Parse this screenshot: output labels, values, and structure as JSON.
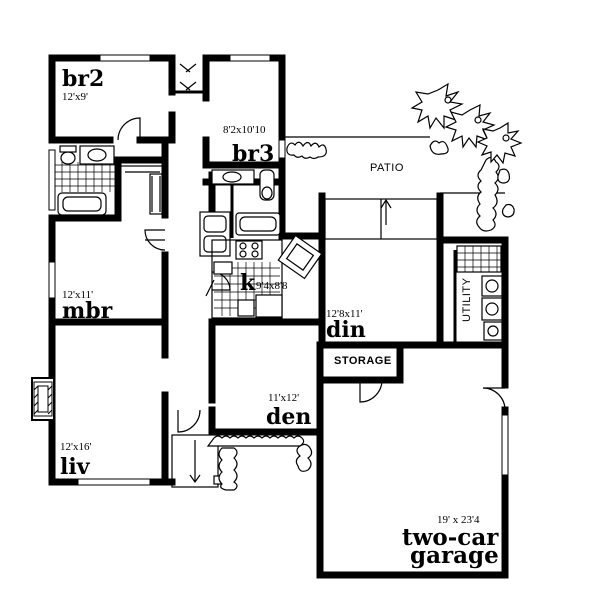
{
  "rooms": {
    "br2": {
      "name": "br2",
      "dims": "12'x9'"
    },
    "br3": {
      "name": "br3",
      "dims": "8'2x10'10"
    },
    "mbr": {
      "name": "mbr",
      "dims": "12'x11'"
    },
    "kitchen": {
      "name": "k",
      "dims": "9'4x8'8"
    },
    "dining": {
      "name": "din",
      "dims": "12'8x11'"
    },
    "den": {
      "name": "den",
      "dims": "11'x12'"
    },
    "living": {
      "name": "liv",
      "dims": "12'x16'"
    },
    "storage": {
      "name": "STORAGE"
    },
    "utility": {
      "name": "UTILITY"
    },
    "patio": {
      "name": "PATIO"
    },
    "garage": {
      "name_line1": "two-car",
      "name_line2": "garage",
      "dims": "19' x 23'4"
    }
  }
}
